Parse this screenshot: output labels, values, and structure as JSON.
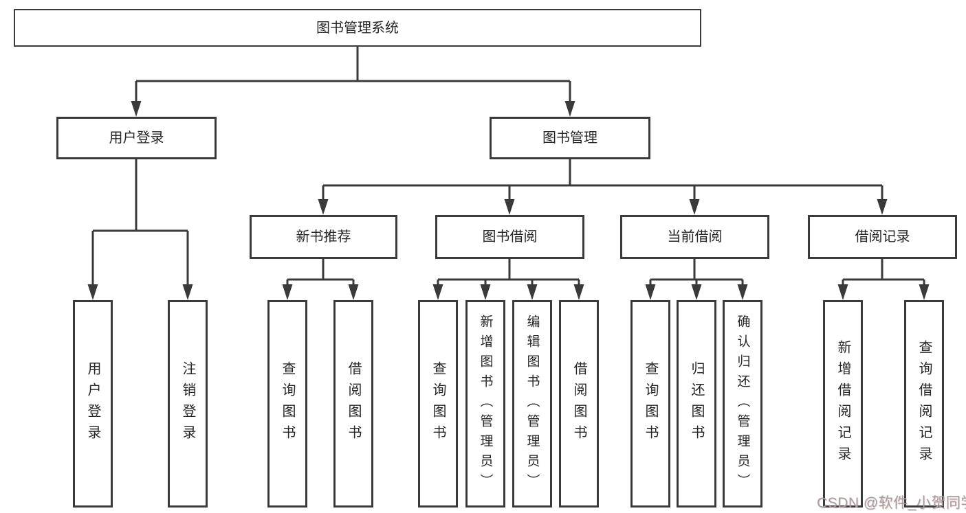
{
  "diagram": {
    "title": "图书管理系统",
    "colors": {
      "line": "#3a3a3a",
      "box_border": "#3a3a3a",
      "box_background": "#ffffff",
      "text": "#262626",
      "watermark": "#a1a1a1"
    },
    "nodes": {
      "root": "图书管理系统",
      "level2": {
        "user_login": "用户登录",
        "book_management": "图书管理"
      },
      "level3": {
        "new_book_recommendation": "新书推荐",
        "book_borrowing": "图书借阅",
        "current_borrowing": "当前借阅",
        "borrowing_records": "借阅记录"
      },
      "leaves": {
        "user_login": "用户登录",
        "logout": "注销登录",
        "nbr_query_books": "查询图书",
        "nbr_borrow_books": "借阅图书",
        "bb_query_books": "查询图书",
        "bb_add_books_admin": "新增图书（管理员）",
        "bb_edit_books_admin": "编辑图书（管理员）",
        "bb_borrow_books": "借阅图书",
        "cb_query_books": "查询图书",
        "cb_return_books": "归还图书",
        "cb_confirm_return_admin": "确认归还（管理员）",
        "br_add_record": "新增借阅记录",
        "br_query_record": "查询借阅记录"
      }
    },
    "watermark": "CSDN @软件_小贺同学"
  }
}
